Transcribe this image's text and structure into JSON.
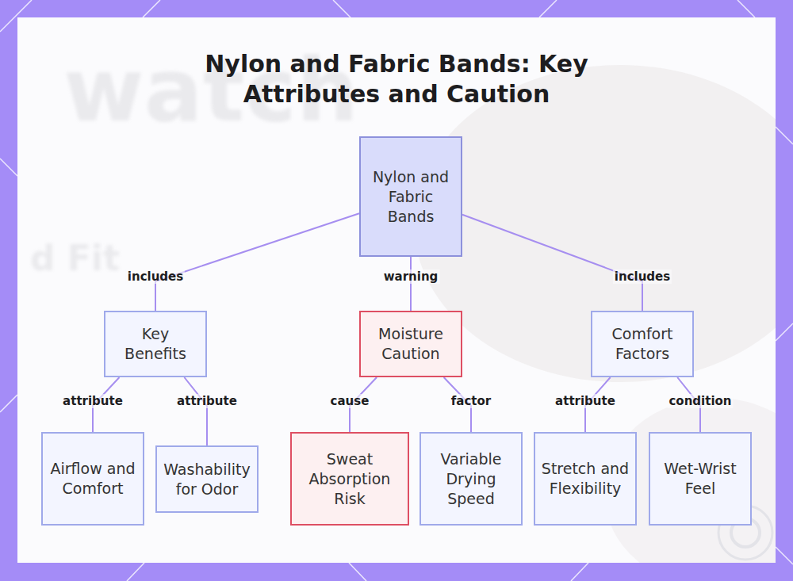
{
  "diagram": {
    "title": "Nylon and Fabric Bands: Key Attributes and Caution",
    "nodes": [
      {
        "text": [
          "Nylon and Fabric Bands"
        ]
      },
      {
        "text": [
          "Key Benefits"
        ]
      },
      {
        "text": [
          "Moisture Caution"
        ]
      },
      {
        "text": [
          "Comfort Factors"
        ]
      },
      {
        "text": [
          "Airflow and Comfort"
        ]
      },
      {
        "text": [
          "Washability for Odor"
        ]
      },
      {
        "text": [
          "Sweat Absorption Risk"
        ]
      },
      {
        "text": [
          "Variable Drying Speed"
        ]
      },
      {
        "text": [
          "Stretch and Flexibility"
        ]
      },
      {
        "text": [
          "Wet-Wrist Feel"
        ]
      }
    ],
    "edges": [
      {
        "from": 0,
        "to": 1,
        "label": "includes",
        "arrow": "none"
      },
      {
        "from": 0,
        "to": 2,
        "label": "warning",
        "arrow": "none"
      },
      {
        "from": 0,
        "to": 3,
        "label": "includes",
        "arrow": "none"
      },
      {
        "from": 1,
        "to": 4,
        "label": "attribute",
        "arrow": "none"
      },
      {
        "from": 1,
        "to": 5,
        "label": "attribute",
        "arrow": "none"
      },
      {
        "from": 2,
        "to": 6,
        "label": "cause",
        "arrow": "none"
      },
      {
        "from": 2,
        "to": 7,
        "label": "factor",
        "arrow": "none"
      },
      {
        "from": 3,
        "to": 8,
        "label": "attribute",
        "arrow": "none"
      },
      {
        "from": 3,
        "to": 9,
        "label": "condition",
        "arrow": "none"
      }
    ],
    "labels": [
      "watch",
      "d Fit"
    ]
  }
}
